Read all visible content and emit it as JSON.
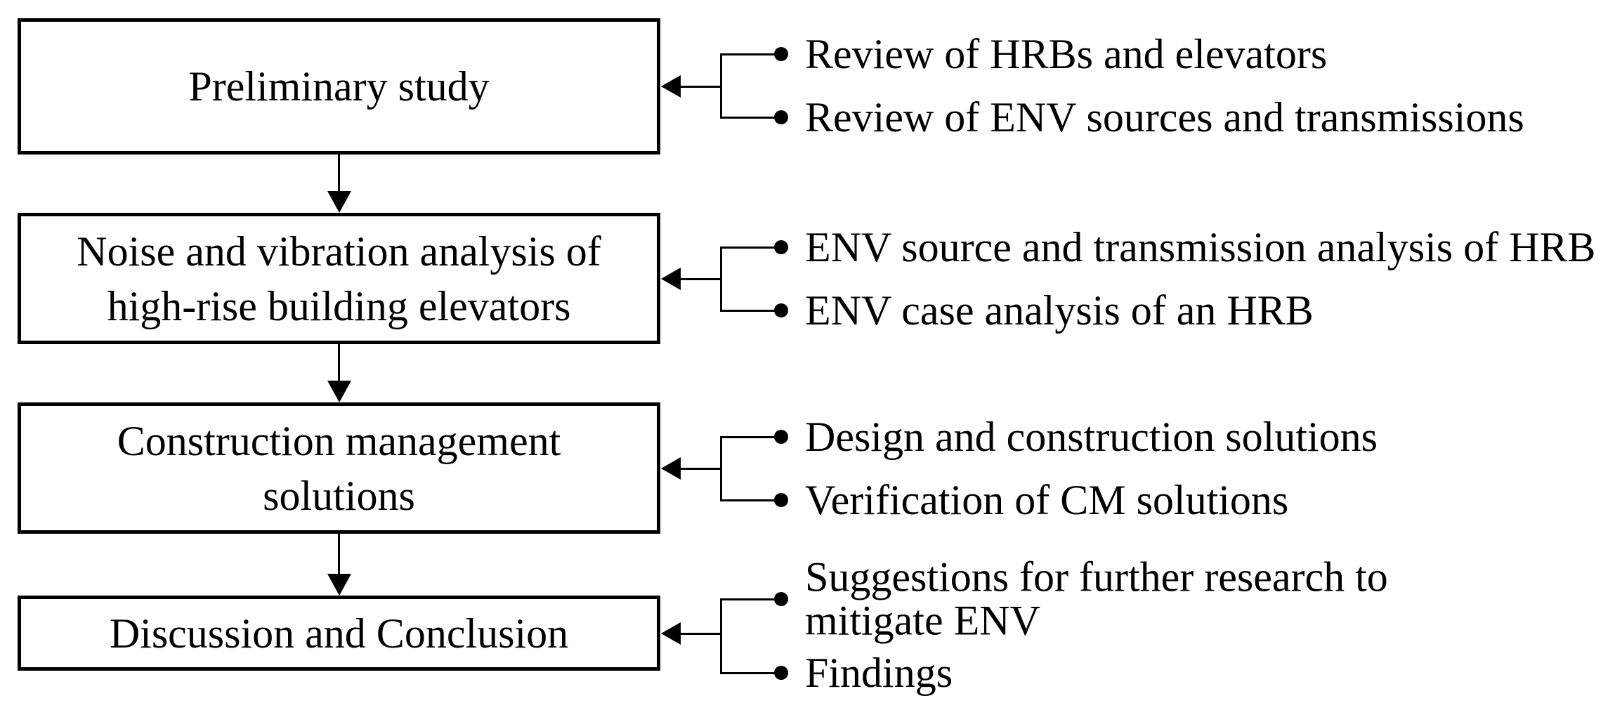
{
  "figure": {
    "title": "Research flowchart",
    "colors": {
      "ink": "#000000",
      "background": "#ffffff"
    },
    "stages": [
      {
        "box": "Preliminary study",
        "bullets": [
          "Review of HRBs and elevators",
          "Review of ENV sources and transmissions"
        ]
      },
      {
        "box": "Noise and vibration analysis of\nhigh-rise building elevators",
        "bullets": [
          "ENV source and transmission analysis of HRB",
          "ENV case analysis of an HRB"
        ]
      },
      {
        "box": "Construction management\nsolutions",
        "bullets": [
          "Design and construction solutions",
          "Verification of CM solutions"
        ]
      },
      {
        "box": "Discussion and Conclusion",
        "bullets": [
          "Suggestions for further research to\nmitigate ENV",
          "Findings"
        ]
      }
    ]
  }
}
